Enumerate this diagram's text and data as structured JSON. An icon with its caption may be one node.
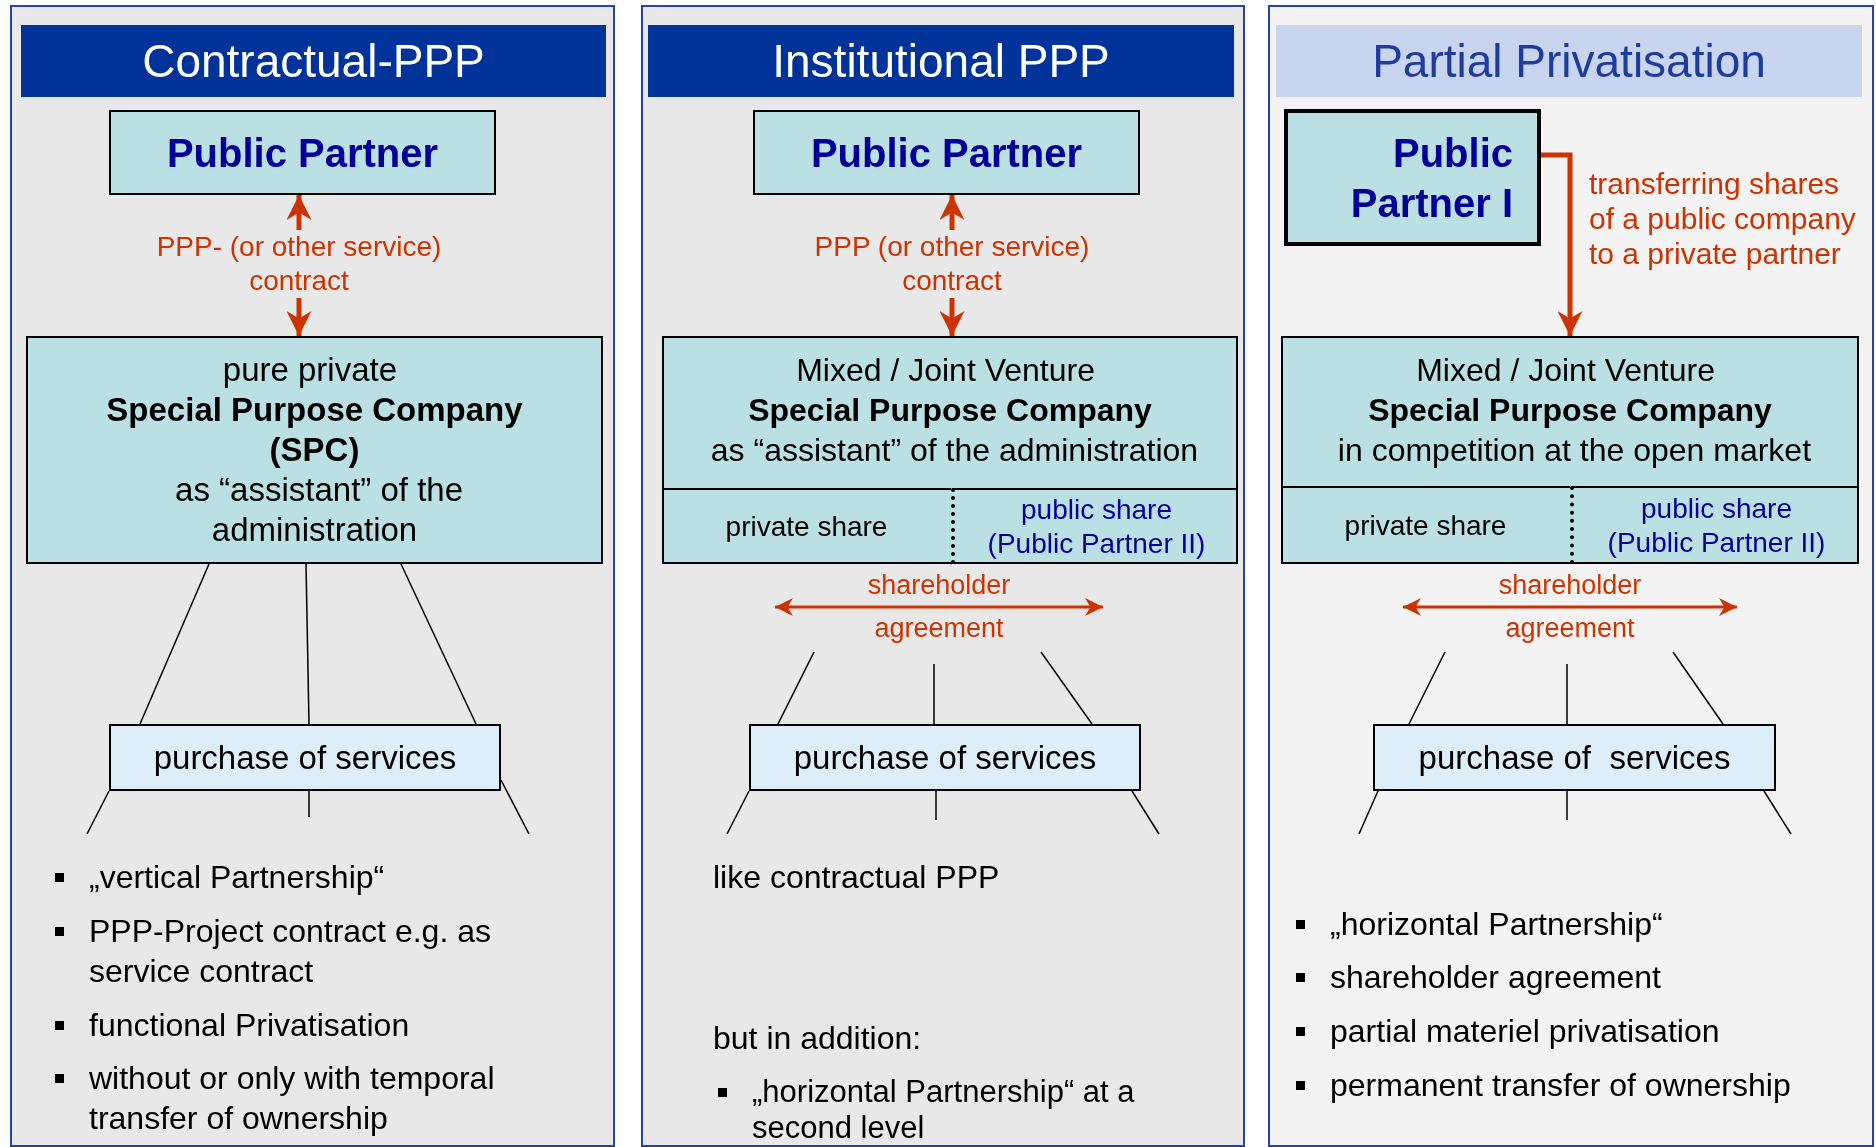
{
  "diagram": {
    "nodes": [
      {
        "text": [],
        "shape": "box"
      },
      {
        "text": [
          "Contractual-PPP"
        ],
        "in": 0
      },
      {
        "text": [
          "Public Partner"
        ],
        "in": 0
      },
      {
        "text": [
          "pure private **Special Purpose Company (SPC)** as “assistant” of the administration"
        ],
        "in": 0
      },
      {
        "text": [
          "purchase of services"
        ],
        "in": 0
      },
      {
        "text": [],
        "shape": "box"
      },
      {
        "text": [
          "Institutional PPP"
        ],
        "in": 5
      },
      {
        "text": [
          "Public Partner"
        ],
        "in": 5
      },
      {
        "text": [
          "Mixed / Joint Venture **Special Purpose Company** as “assistant” of the administration"
        ],
        "in": 5
      },
      {
        "text": [
          "private share"
        ],
        "in": 8
      },
      {
        "text": [
          "public share",
          "(Public Partner II)"
        ],
        "in": 8
      },
      {
        "text": [
          "purchase of services"
        ],
        "in": 5
      },
      {
        "text": [],
        "shape": "box"
      },
      {
        "text": [
          "Partial Privatisation"
        ],
        "in": 12
      },
      {
        "text": [
          "Public Partner I"
        ],
        "in": 12
      },
      {
        "text": [
          "Mixed / Joint Venture **Special Purpose Company** in competition at the open market"
        ],
        "in": 12
      },
      {
        "text": [
          "private share"
        ],
        "in": 15
      },
      {
        "text": [
          "public share",
          "(Public Partner II)"
        ],
        "in": 15
      },
      {
        "text": [
          "purchase of  services"
        ],
        "in": 12
      }
    ],
    "edges": [
      {
        "from": 2,
        "to": 3,
        "arrow": "both",
        "label": "PPP- (or other service) contract",
        "style": "thick",
        "color": "#cc3300"
      },
      {
        "from": 3,
        "to": 4,
        "arrow": "none"
      },
      {
        "from": 3,
        "to": 4,
        "arrow": "none"
      },
      {
        "from": 3,
        "to": 4,
        "arrow": "none"
      },
      {
        "from": 4,
        "to": null,
        "arrow": "none"
      },
      {
        "from": 4,
        "to": null,
        "arrow": "none"
      },
      {
        "from": 4,
        "to": null,
        "arrow": "none"
      },
      {
        "from": 7,
        "to": 8,
        "arrow": "both",
        "label": "PPP (or other service) contract",
        "style": "thick",
        "color": "#cc3300"
      },
      {
        "from": null,
        "to": 11,
        "arrow": "none"
      },
      {
        "from": null,
        "to": 11,
        "arrow": "none"
      },
      {
        "from": null,
        "to": 11,
        "arrow": "none"
      },
      {
        "from": 11,
        "to": null,
        "arrow": "none"
      },
      {
        "from": 11,
        "to": null,
        "arrow": "none"
      },
      {
        "from": 11,
        "to": null,
        "arrow": "none"
      },
      {
        "from": 14,
        "to": 15,
        "arrow": "to",
        "label": "transferring shares of a public company to a private partner",
        "style": "thick",
        "color": "#cc3300"
      },
      {
        "from": null,
        "to": 18,
        "arrow": "none"
      },
      {
        "from": null,
        "to": 18,
        "arrow": "none"
      },
      {
        "from": null,
        "to": 18,
        "arrow": "none"
      },
      {
        "from": 18,
        "to": null,
        "arrow": "none"
      },
      {
        "from": 18,
        "to": null,
        "arrow": "none"
      },
      {
        "from": 18,
        "to": null,
        "arrow": "none"
      }
    ],
    "labels": [
      "„vertical Partnership“",
      "PPP-Project contract e.g. as service contract",
      "functional Privatisation",
      "without or only with temporal transfer of ownership",
      "shareholder agreement",
      "like contractual PPP",
      "but in addition:",
      "„horizontal Partnership“ at a  second level",
      "shareholder agreement",
      "„horizontal Partnership“",
      "shareholder agreement",
      "partial materiel privatisation",
      "permanent transfer of ownership"
    ]
  }
}
